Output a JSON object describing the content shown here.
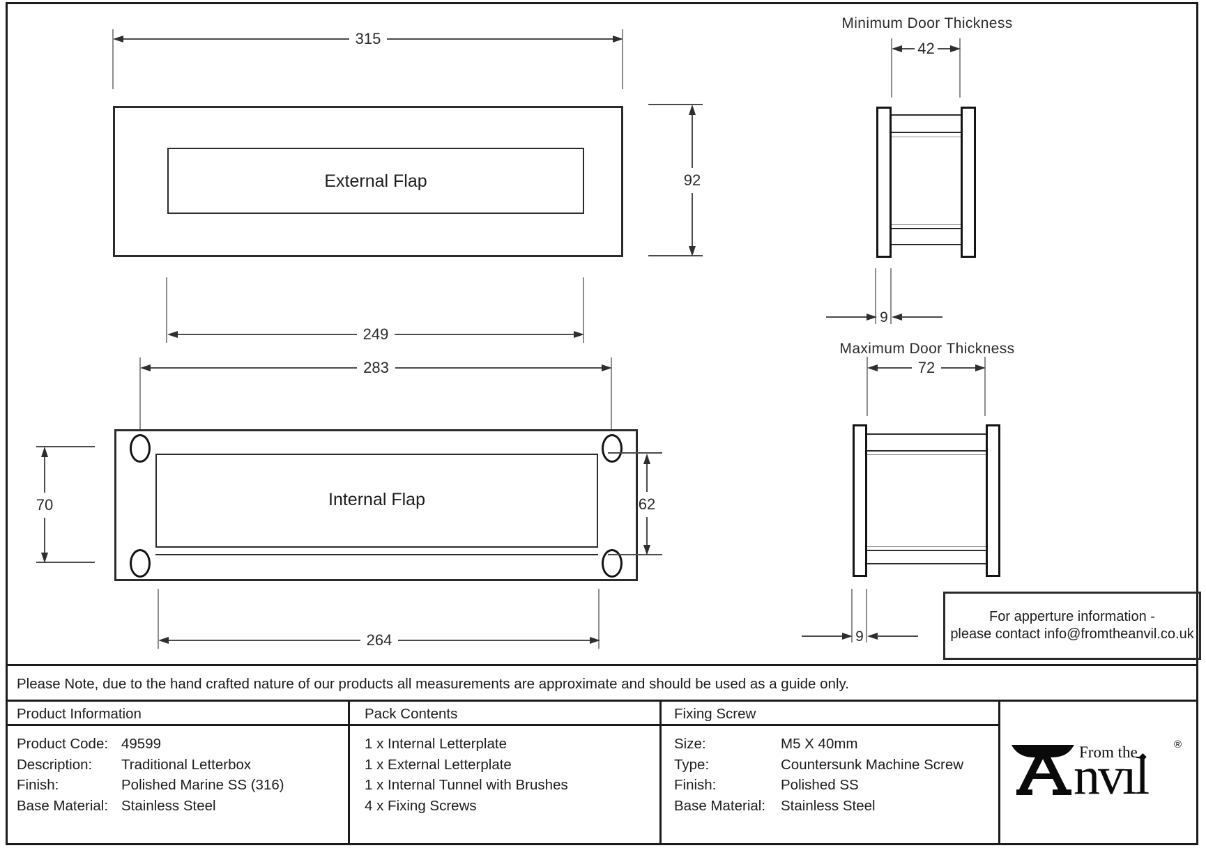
{
  "drawing": {
    "external_flap": {
      "label": "External Flap",
      "dim_width": "315",
      "dim_height": "92",
      "dim_inner_width": "249"
    },
    "internal_flap": {
      "label": "Internal Flap",
      "dim_hole_spacing_h": "283",
      "dim_hole_spacing_v": "70",
      "dim_flap_width": "264",
      "dim_flap_height": "62"
    },
    "min_door": {
      "title": "Minimum Door Thickness",
      "dim_door": "42",
      "dim_plate": "9"
    },
    "max_door": {
      "title": "Maximum Door Thickness",
      "dim_door": "72",
      "dim_plate": "9"
    },
    "info_box": {
      "line1": "For apperture information -",
      "line2": "please contact info@fromtheanvil.co.uk"
    }
  },
  "note": {
    "text": "Please Note, due to the hand crafted nature of our products all measurements are approximate and should be used as a guide only."
  },
  "table": {
    "product_information": {
      "header": "Product Information",
      "rows": [
        [
          "Product Code:",
          "49599"
        ],
        [
          "Description:",
          "Traditional Letterbox"
        ],
        [
          "Finish:",
          "Polished Marine SS (316)"
        ],
        [
          "Base Material:",
          "Stainless Steel"
        ]
      ]
    },
    "pack_contents": {
      "header": "Pack Contents",
      "items": [
        "1 x Internal Letterplate",
        "1 x External Letterplate",
        "1 x Internal Tunnel with Brushes",
        "4 x Fixing Screws"
      ]
    },
    "fixing_screw": {
      "header": "Fixing Screw",
      "rows": [
        [
          "Size:",
          "M5 X 40mm"
        ],
        [
          "Type:",
          "Countersunk Machine Screw"
        ],
        [
          "Finish:",
          "Polished SS"
        ],
        [
          "Base Material:",
          "Stainless Steel"
        ]
      ]
    }
  },
  "logo": {
    "from_the": "From the",
    "brand": "nvıl",
    "diamond": "◆",
    "registered": "®"
  }
}
